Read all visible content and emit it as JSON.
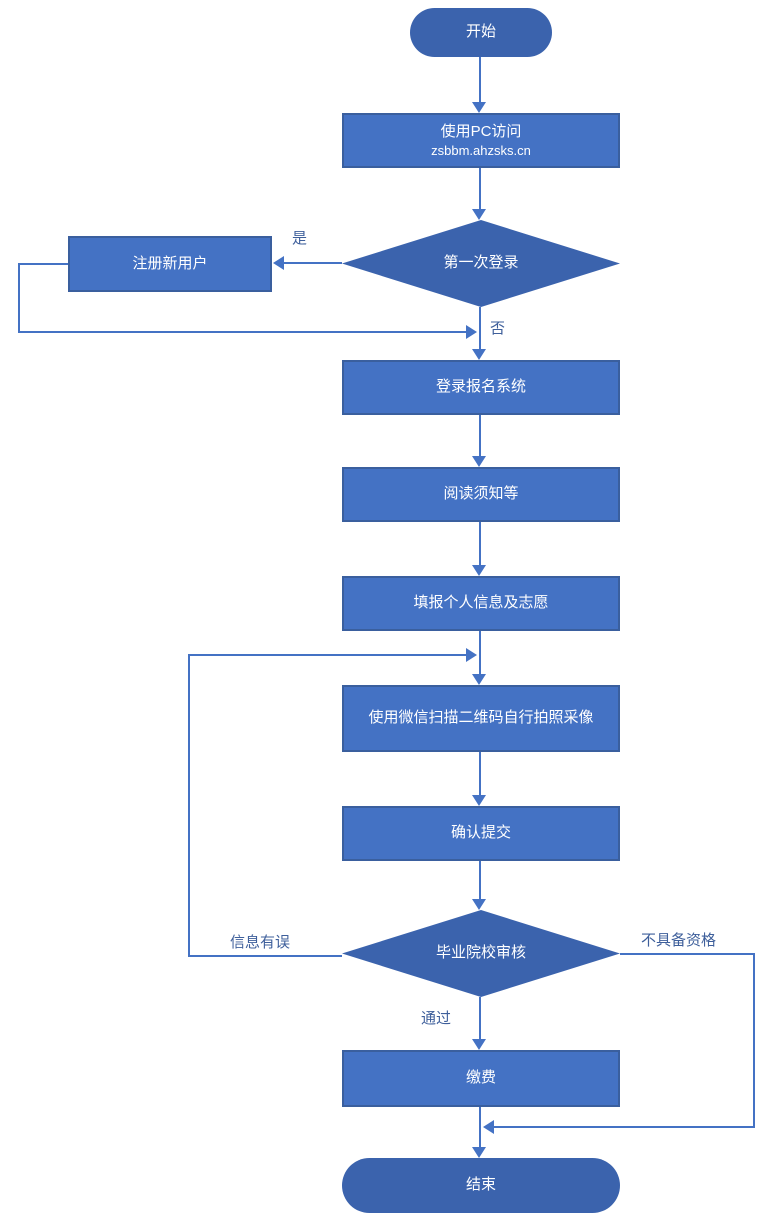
{
  "diagram": {
    "title": "registration-flowchart",
    "nodes": {
      "start": "开始",
      "visit_line1": "使用PC访问",
      "visit_line2": "zsbbm.ahzsks.cn",
      "first_login": "第一次登录",
      "register": "注册新用户",
      "login": "登录报名系统",
      "read_notice": "阅读须知等",
      "fill_info": "填报个人信息及志愿",
      "wechat_photo": "使用微信扫描二维码自行拍照采像",
      "confirm_submit": "确认提交",
      "school_review": "毕业院校审核",
      "pay": "缴费",
      "end": "结束"
    },
    "labels": {
      "yes": "是",
      "no": "否",
      "info_error": "信息有误",
      "not_qualified": "不具备资格",
      "pass": "通过"
    },
    "colors": {
      "terminal_fill": "#3B63AD",
      "process_fill": "#4472C4",
      "process_border": "#3A5F9E",
      "line": "#4472C4",
      "label_text": "#3E5F9B",
      "node_text": "#FFFFFF"
    }
  }
}
